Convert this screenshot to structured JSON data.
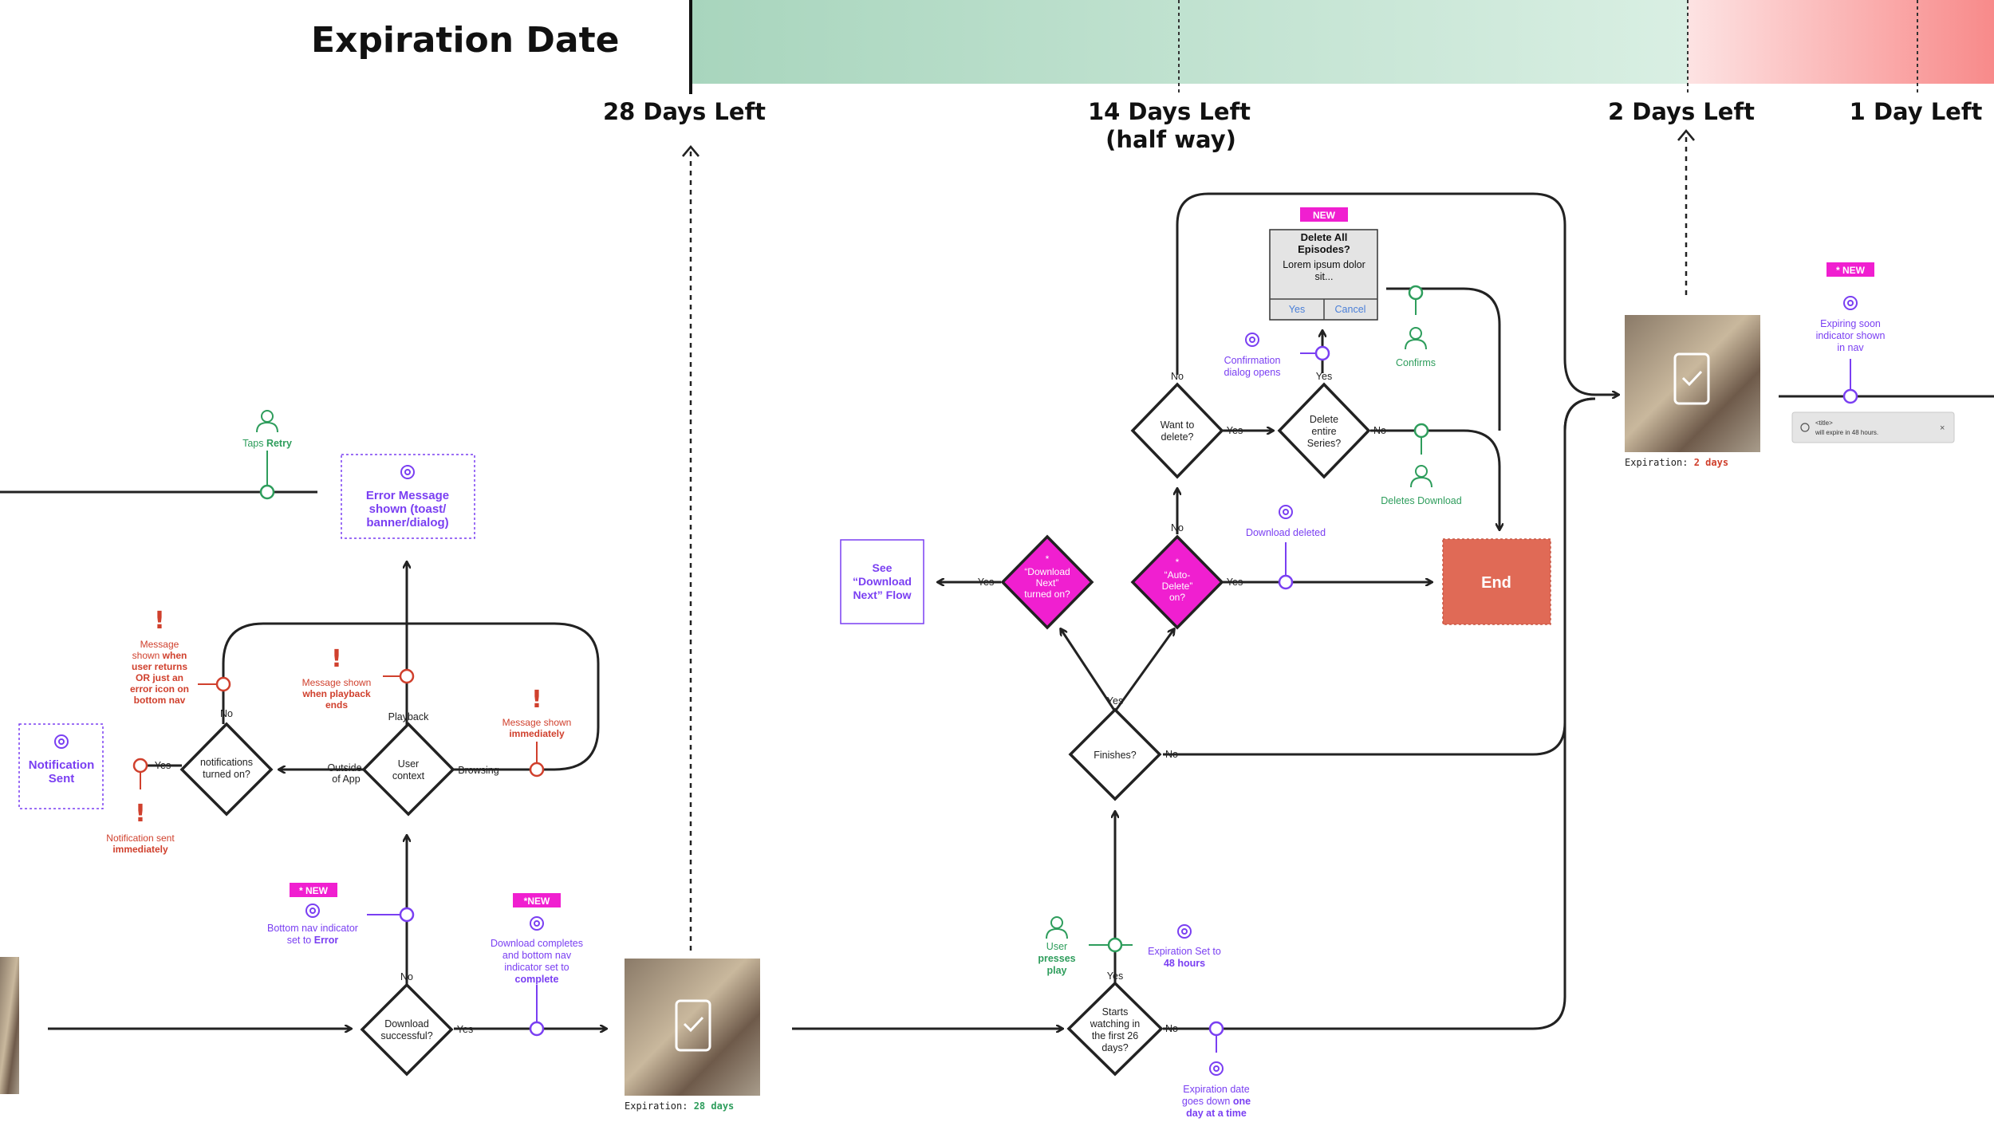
{
  "title": "Expiration Date",
  "timeline": {
    "days_28": "28 Days Left",
    "days_14_a": "14 Days Left",
    "days_14_b": "(half way)",
    "days_2": "2 Days Left",
    "days_1": "1 Day Left"
  },
  "colors": {
    "line": "#222222",
    "green": "#2e9d5c",
    "purple": "#7a3ff2",
    "red": "#d0402d",
    "magenta": "#f01fd0",
    "end": "#e06a56",
    "bar_green": "#a8d5bd",
    "bar_red": "#f88a8a"
  },
  "badges": {
    "new_a": "NEW",
    "new_b": "* NEW",
    "new_c": "* NEW",
    "new_d": "*NEW"
  },
  "left_flow": {
    "taps_retry_a": "Taps ",
    "taps_retry_b": "Retry",
    "error_box": [
      "Error Message",
      "shown (toast/",
      "banner/dialog)"
    ],
    "msg_returns": [
      "Message",
      "shown ",
      "when",
      "user returns",
      "OR just an",
      "error icon on",
      "bottom nav"
    ],
    "msg_playback": [
      "Message shown",
      "when playback",
      "ends"
    ],
    "msg_immediately": [
      "Message shown",
      "immediately"
    ],
    "notif_sent_box": [
      "Notification",
      "Sent"
    ],
    "notif_sent_imm": [
      "Notification sent",
      "immediately"
    ],
    "d_notifications": [
      "notifications",
      "turned on?"
    ],
    "d_user_context": [
      "User",
      "context"
    ],
    "d_download_successful": [
      "Download",
      "successful?"
    ],
    "yes": "Yes",
    "no": "No",
    "playback": "Playback",
    "outside_app": [
      "Outside",
      "of App"
    ],
    "browsing": "Browsing",
    "bottom_nav_ind": [
      "Bottom nav indicator",
      "set to ",
      "Error"
    ],
    "download_completes": [
      "Download completes",
      "and bottom nav",
      "indicator set to",
      "complete"
    ]
  },
  "thumb_1": {
    "label": "Expiration: ",
    "value": "28 days"
  },
  "thumb_2": {
    "label": "Expiration: ",
    "value": "2 days"
  },
  "right_flow": {
    "dialog_title": [
      "Delete All",
      "Episodes?"
    ],
    "dialog_body": [
      "Lorem ipsum dolor",
      "sit..."
    ],
    "dialog_yes": "Yes",
    "dialog_cancel": "Cancel",
    "confirmation_opens": [
      "Confirmation",
      "dialog opens"
    ],
    "confirms": "Confirms",
    "d_want_delete": [
      "Want to",
      "delete?"
    ],
    "d_delete_series": [
      "Delete",
      "entire",
      "Series?"
    ],
    "deletes_download": "Deletes Download",
    "download_deleted": "Download deleted",
    "see_next": [
      "See",
      "“Download",
      "Next” Flow"
    ],
    "d_download_next": [
      "*",
      "“Download",
      "Next”",
      "turned on?"
    ],
    "d_auto_delete": [
      "*",
      "“Auto-",
      "Delete”",
      "on?"
    ],
    "end": "End",
    "d_finishes": "Finishes?",
    "d_starts": [
      "Starts",
      "watching in",
      "the first 26",
      "days?"
    ],
    "user_presses": [
      "User",
      "presses",
      "play"
    ],
    "exp_set": [
      "Expiration Set to",
      "48 hours"
    ],
    "exp_goes": [
      "Expiration date",
      "goes down ",
      "one",
      "day at a time"
    ],
    "expiring_soon": [
      "Expiring soon",
      "indicator shown",
      "in nav"
    ],
    "toast_title": "<title>",
    "toast_body": "will expire in 48 hours."
  }
}
